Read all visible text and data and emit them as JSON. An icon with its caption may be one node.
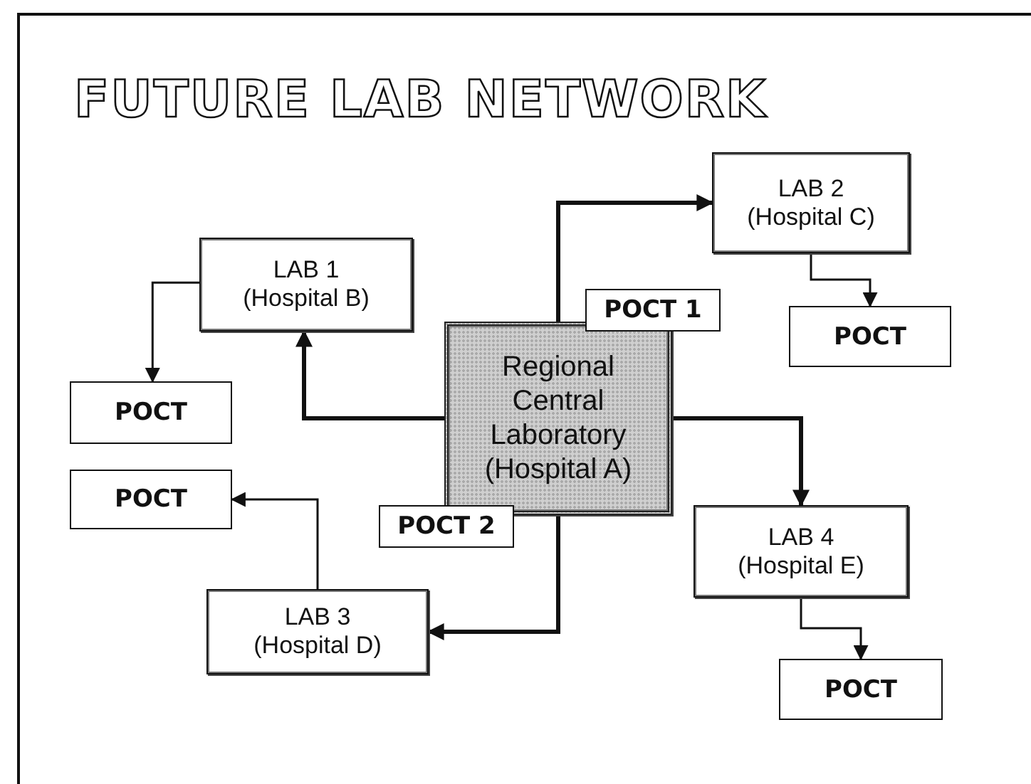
{
  "diagram": {
    "title": "FUTURE LAB NETWORK",
    "nodes": [
      {
        "text": [
          "Regional Central Laboratory (Hospital A)"
        ]
      },
      {
        "text": [
          "LAB 1",
          "(Hospital B)"
        ]
      },
      {
        "text": [
          "LAB 2",
          "(Hospital C)"
        ]
      },
      {
        "text": [
          "LAB 3",
          "(Hospital D)"
        ]
      },
      {
        "text": [
          "LAB 4",
          "(Hospital E)"
        ]
      },
      {
        "text": [
          "POCT 1"
        ]
      },
      {
        "text": [
          "POCT 2"
        ]
      },
      {
        "text": [
          "POCT"
        ]
      },
      {
        "text": [
          "POCT"
        ]
      },
      {
        "text": [
          "POCT"
        ]
      },
      {
        "text": [
          "POCT"
        ]
      }
    ],
    "edges": [
      {
        "from": 0,
        "to": 1,
        "arrow": "to",
        "style": "thick"
      },
      {
        "from": 0,
        "to": 2,
        "arrow": "to",
        "style": "thick"
      },
      {
        "from": 0,
        "to": 3,
        "arrow": "to",
        "style": "thick"
      },
      {
        "from": 0,
        "to": 4,
        "arrow": "to",
        "style": "thick"
      },
      {
        "from": 1,
        "to": 7,
        "arrow": "to"
      },
      {
        "from": 2,
        "to": 9,
        "arrow": "to"
      },
      {
        "from": 3,
        "to": 8,
        "arrow": "to"
      },
      {
        "from": 4,
        "to": 10,
        "arrow": "to"
      }
    ]
  }
}
